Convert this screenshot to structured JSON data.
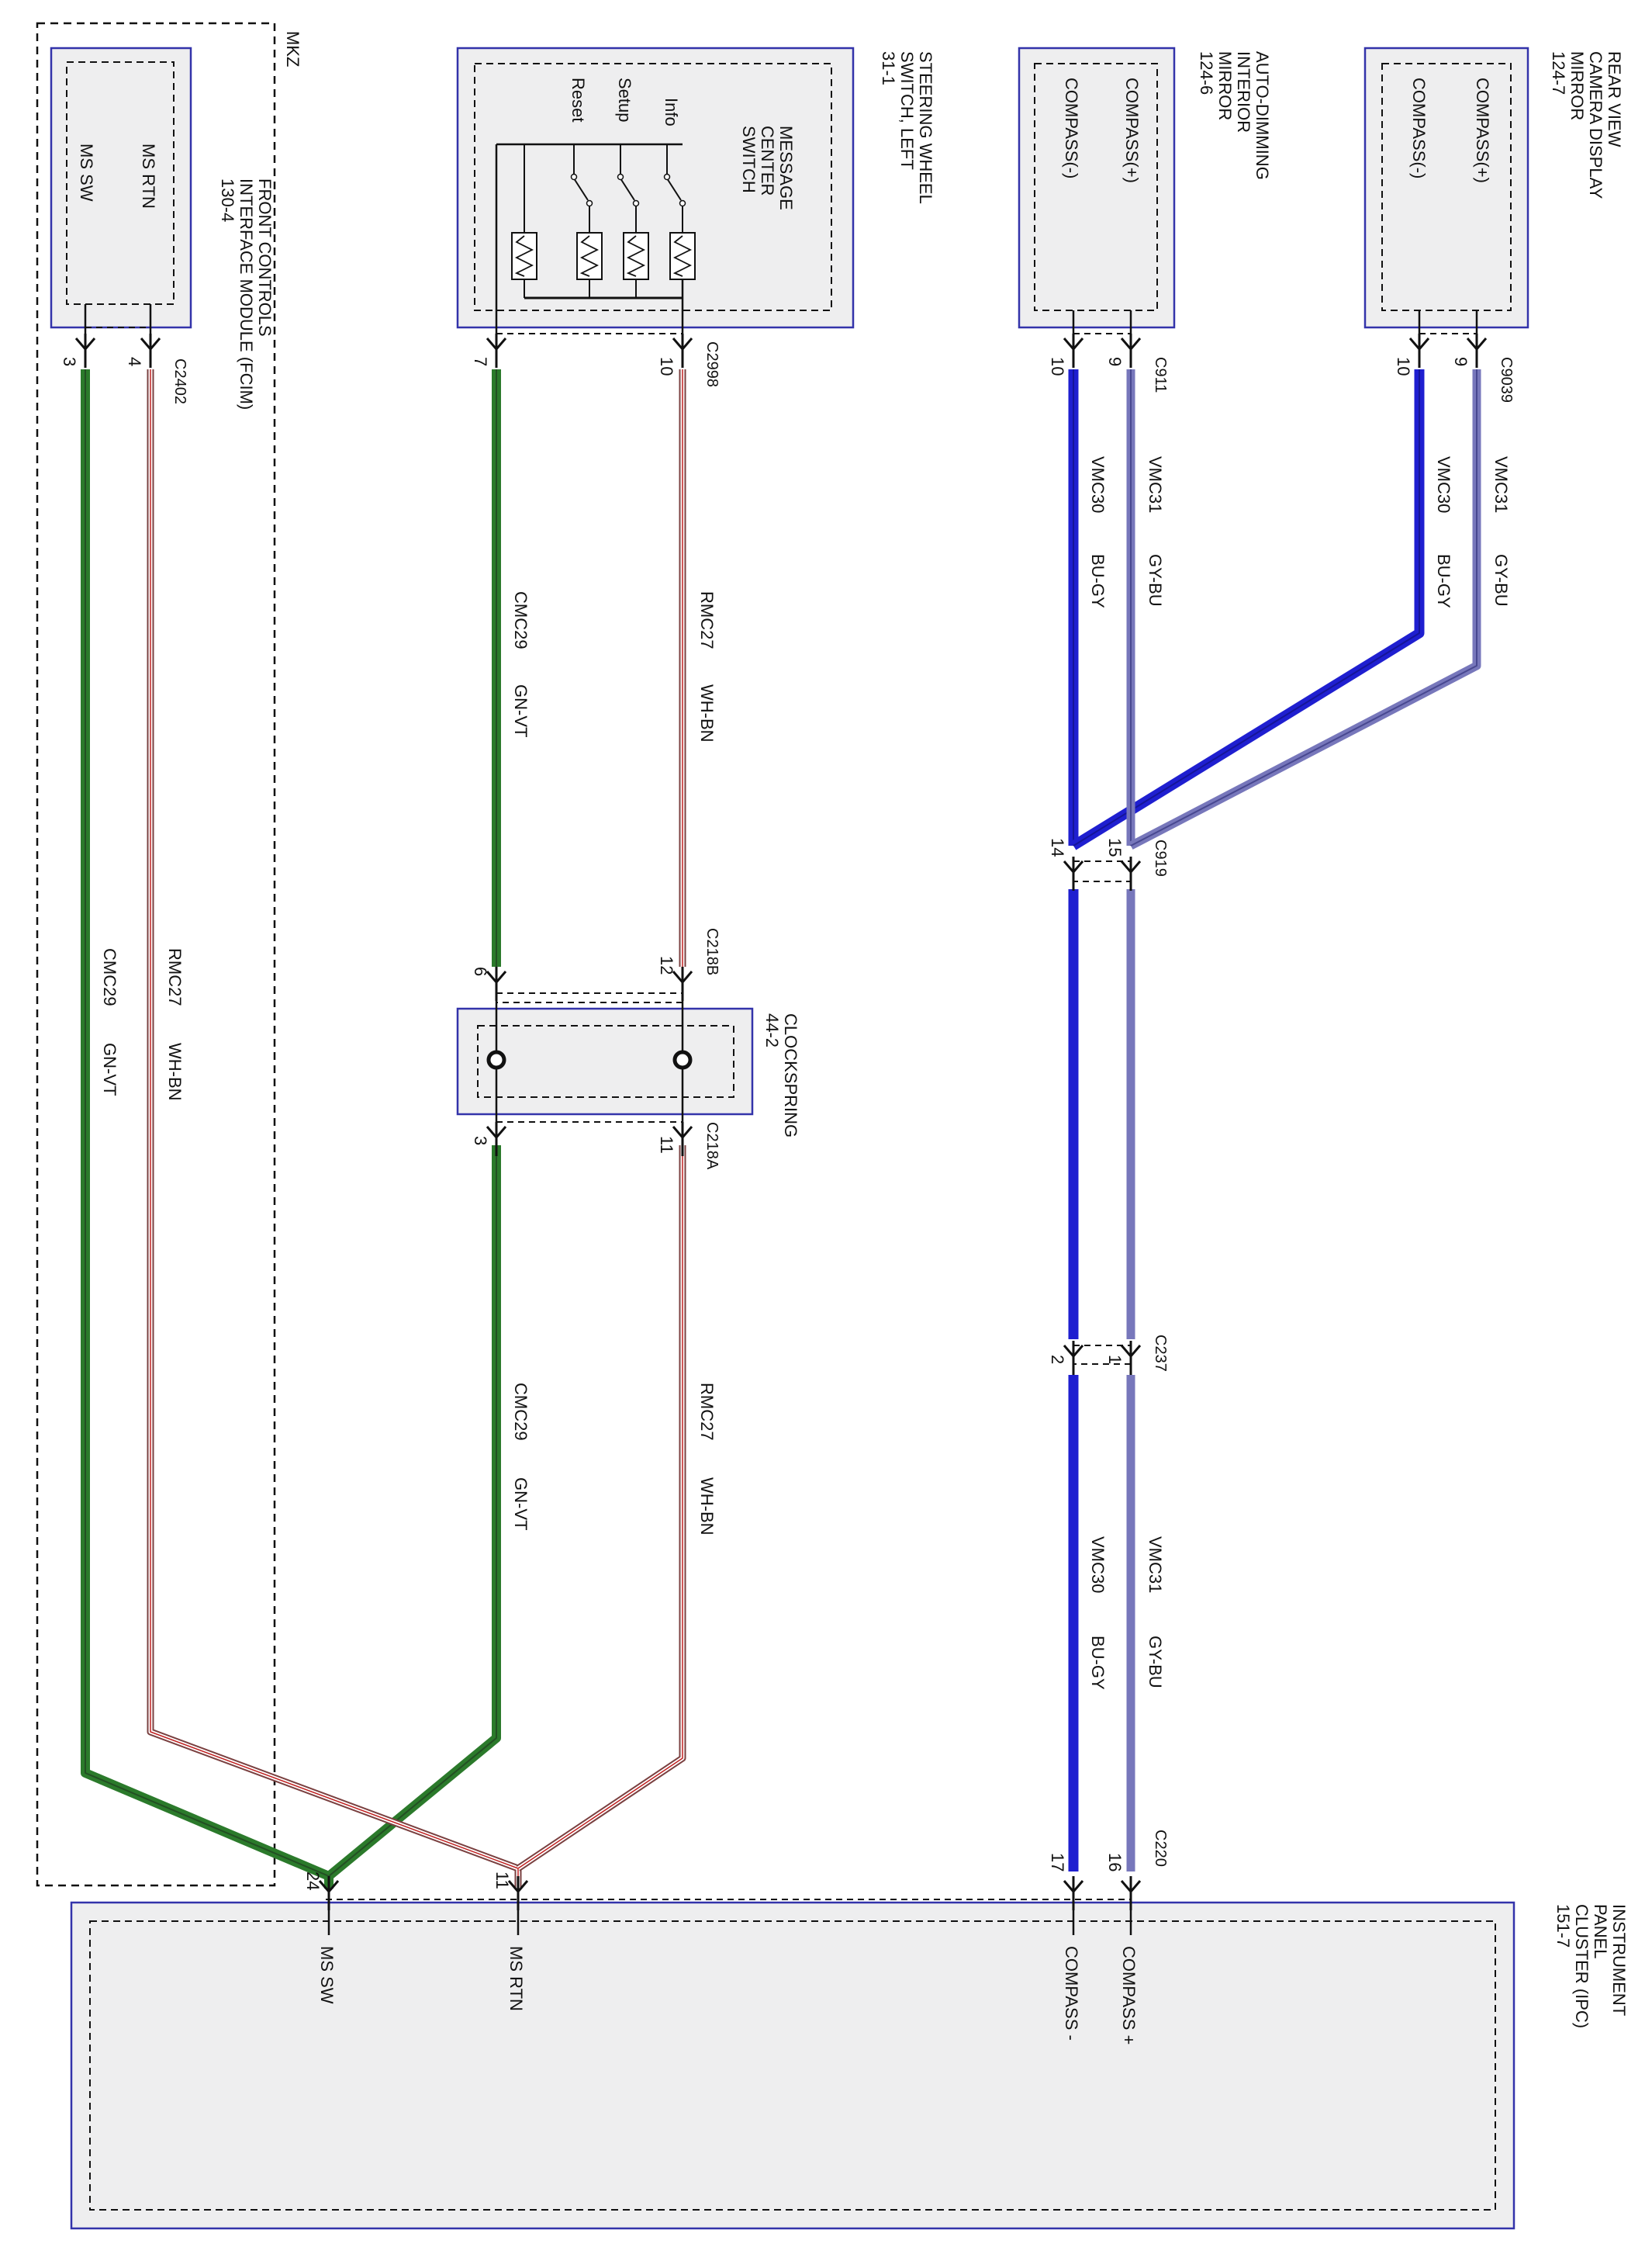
{
  "diagram": {
    "colors": {
      "module_fill": "#eeeeef",
      "module_border": "#3333aa",
      "wire_green": "#2b7a2b",
      "wire_blue": "#1f1fd0",
      "wire_gray_blue": "#7777bb",
      "wire_white_brown": "#b03030"
    },
    "components": {
      "mkz": "MKZ",
      "fcim": {
        "l1": "FRONT CONTROLS",
        "l2": "INTERFACE MODULE (FCIM)",
        "l3": "130-4",
        "pin_rtn": "MS RTN",
        "pin_sw": "MS SW"
      },
      "swsl": {
        "l1": "STEERING WHEEL",
        "l2": "SWITCH, LEFT",
        "l3": "31-1",
        "msc1": "MESSAGE",
        "msc2": "CENTER",
        "msc3": "SWITCH",
        "info": "Info",
        "setup": "Setup",
        "reset": "Reset"
      },
      "adim": {
        "l1": "AUTO-DIMMING",
        "l2": "INTERIOR",
        "l3": "MIRROR",
        "l4": "124-6",
        "pos": "COMPASS(+)",
        "neg": "COMPASS(-)"
      },
      "rvcd": {
        "l1": "REAR VIEW",
        "l2": "CAMERA DISPLAY",
        "l3": "MIRROR",
        "l4": "124-7",
        "pos": "COMPASS(+)",
        "neg": "COMPASS(-)"
      },
      "clock": {
        "l1": "CLOCKSPRING",
        "l2": "44-2"
      },
      "ipc": {
        "l1": "INSTRUMENT",
        "l2": "PANEL",
        "l3": "CLUSTER (IPC)",
        "l4": "151-7",
        "ms_sw": "MS SW",
        "ms_rtn": "MS RTN",
        "cpos": "COMPASS +",
        "cneg": "COMPASS -"
      }
    },
    "connectors": {
      "c2402": "C2402",
      "c2998": "C2998",
      "c911": "C911",
      "c9039": "C9039",
      "c218b": "C218B",
      "c218a": "C218A",
      "c919": "C919",
      "c237": "C237",
      "c220": "C220"
    },
    "pins": {
      "p3": "3",
      "p4": "4",
      "p7": "7",
      "p10": "10",
      "p9": "9",
      "p6": "6",
      "p12": "12",
      "p11": "11",
      "p14": "14",
      "p15": "15",
      "p1": "1",
      "p2": "2",
      "p17": "17",
      "p16": "16",
      "p24": "24"
    },
    "wires": {
      "cmc29": "CMC29",
      "gn_vt": "GN-VT",
      "rmc27": "RMC27",
      "wh_bn": "WH-BN",
      "vmc30": "VMC30",
      "bu_gy": "BU-GY",
      "vmc31": "VMC31",
      "gy_bu": "GY-BU"
    }
  }
}
